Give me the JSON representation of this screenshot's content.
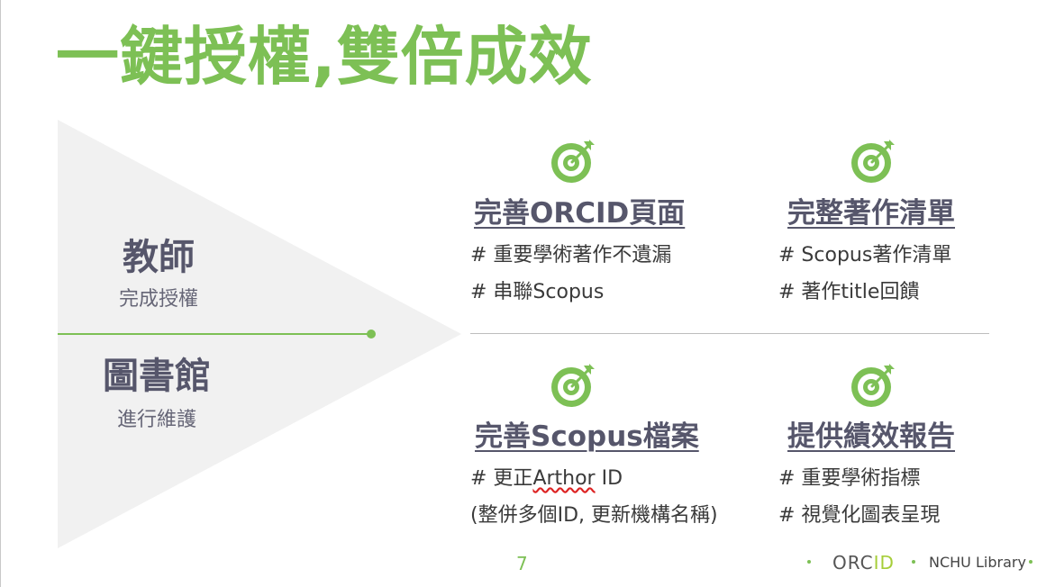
{
  "slide": {
    "title": "一鍵授權,雙倍成效",
    "page_number": "7"
  },
  "roles": [
    {
      "name": "教師",
      "action": "完成授權"
    },
    {
      "name": "圖書館",
      "action": "進行維護"
    }
  ],
  "cards": [
    {
      "title": "完善ORCID頁面",
      "items": [
        "# 重要學術著作不遺漏",
        "# 串聯Scopus"
      ],
      "icon": "target-icon"
    },
    {
      "title": "完整著作清單",
      "items": [
        "# Scopus著作清單",
        "# 著作title回饋"
      ],
      "icon": "target-icon"
    },
    {
      "title": "完善Scopus檔案",
      "items_rich": {
        "prefix": "# 更正",
        "flagged_word": "Arthor",
        "suffix": " ID"
      },
      "items": [
        "(整併多個ID, 更新機構名稱)"
      ],
      "icon": "target-icon"
    },
    {
      "title": "提供績效報告",
      "items": [
        "# 重要學術指標",
        "# 視覺化圖表呈現"
      ],
      "icon": "target-icon"
    }
  ],
  "footer": {
    "orcid_prefix": "ORC",
    "orcid_suffix": "ID",
    "library": "NCHU Library"
  },
  "colors": {
    "accent_green": "#7dc055",
    "text_slate": "#56566b",
    "triangle_gray": "#f1f1f1",
    "orcid_green": "#a6ce39"
  }
}
